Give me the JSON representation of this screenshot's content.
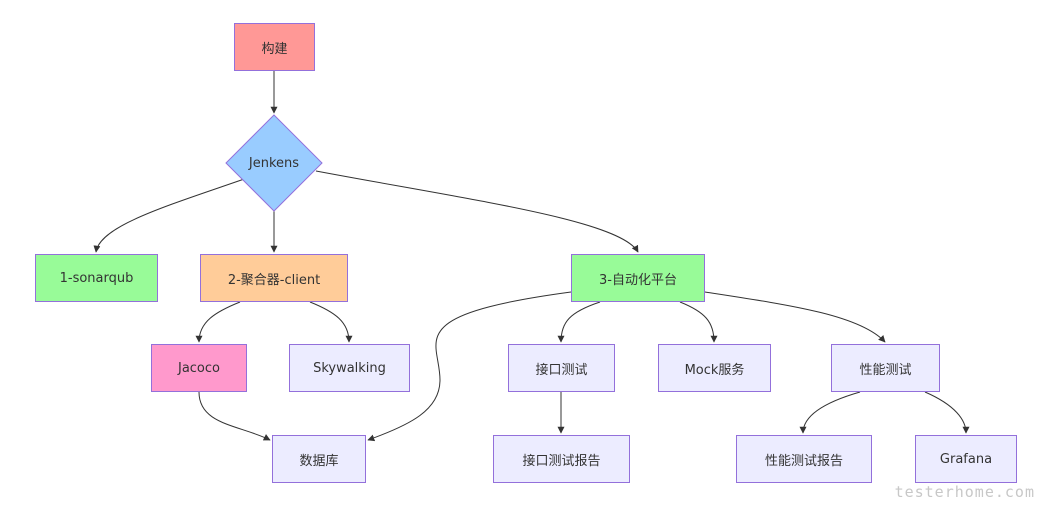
{
  "nodes": {
    "build": {
      "label": "构建",
      "fill": "#FF9896"
    },
    "jenkens": {
      "label": "Jenkens",
      "fill": "#99CCFF"
    },
    "sonarqub": {
      "label": "1-sonarqub",
      "fill": "#98FB98"
    },
    "aggregator": {
      "label": "2-聚合器-client",
      "fill": "#FFCC99"
    },
    "auto_platform": {
      "label": "3-自动化平台",
      "fill": "#98FB98"
    },
    "jacoco": {
      "label": "Jacoco",
      "fill": "#FF99CC"
    },
    "skywalking": {
      "label": "Skywalking",
      "fill": "#ECECFF"
    },
    "api_test": {
      "label": "接口测试",
      "fill": "#ECECFF"
    },
    "mock": {
      "label": "Mock服务",
      "fill": "#ECECFF"
    },
    "perf_test": {
      "label": "性能测试",
      "fill": "#ECECFF"
    },
    "database": {
      "label": "数据库",
      "fill": "#ECECFF"
    },
    "api_report": {
      "label": "接口测试报告",
      "fill": "#ECECFF"
    },
    "perf_report": {
      "label": "性能测试报告",
      "fill": "#ECECFF"
    },
    "grafana": {
      "label": "Grafana",
      "fill": "#ECECFF"
    }
  },
  "edges": [
    {
      "from": "build",
      "to": "jenkens"
    },
    {
      "from": "jenkens",
      "to": "sonarqub"
    },
    {
      "from": "jenkens",
      "to": "aggregator"
    },
    {
      "from": "jenkens",
      "to": "auto_platform"
    },
    {
      "from": "aggregator",
      "to": "jacoco"
    },
    {
      "from": "aggregator",
      "to": "skywalking"
    },
    {
      "from": "auto_platform",
      "to": "database"
    },
    {
      "from": "auto_platform",
      "to": "api_test"
    },
    {
      "from": "auto_platform",
      "to": "mock"
    },
    {
      "from": "auto_platform",
      "to": "perf_test"
    },
    {
      "from": "jacoco",
      "to": "database"
    },
    {
      "from": "api_test",
      "to": "api_report"
    },
    {
      "from": "perf_test",
      "to": "perf_report"
    },
    {
      "from": "perf_test",
      "to": "grafana"
    }
  ],
  "watermark": "testerhome.com"
}
